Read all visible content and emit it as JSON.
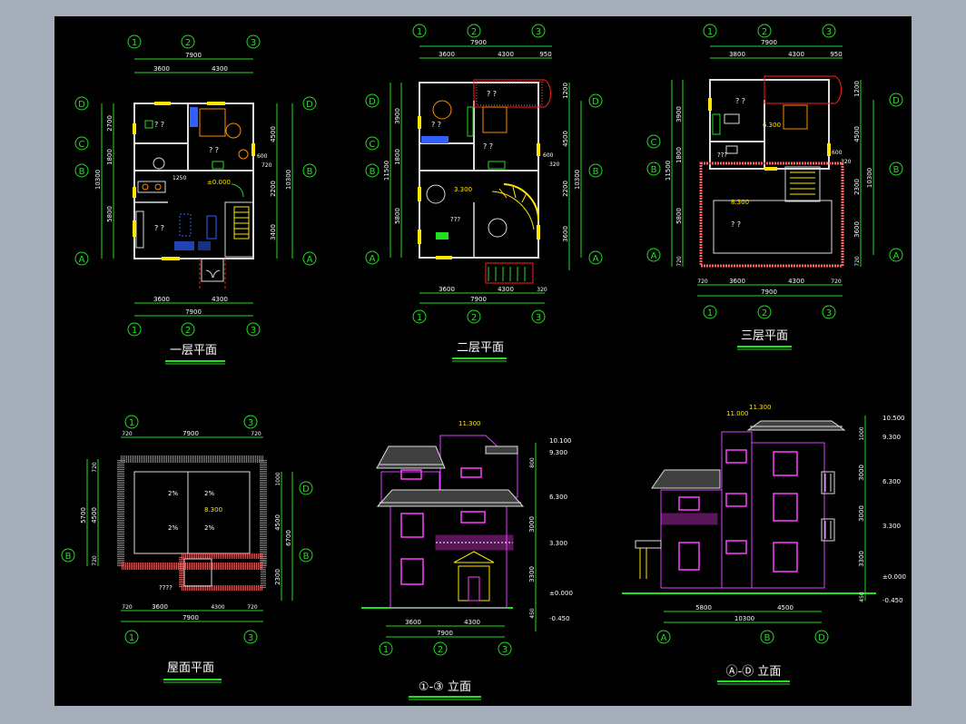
{
  "titles": {
    "plan1": "一层平面",
    "plan2": "二层平面",
    "plan3": "三层平面",
    "roof": "屋面平面",
    "elev13": "①-③ 立面",
    "elevAD": "Ⓐ-Ⓓ 立面"
  },
  "axes": {
    "n1": "1",
    "n2": "2",
    "n3": "3",
    "nA": "A",
    "nB": "B",
    "nC": "C",
    "nD": "D"
  },
  "dims": {
    "d7900": "7900",
    "d3600": "3600",
    "d4300": "4300",
    "d3800": "3800",
    "d950": "950",
    "d2700": "2700",
    "d1800": "1800",
    "d5800": "5800",
    "d10300": "10300",
    "d4500": "4500",
    "d2200": "2200",
    "d3400": "3400",
    "d3600b": "3600",
    "d600": "600",
    "d720": "720",
    "d1200": "1200",
    "d320": "320",
    "d1250": "1250",
    "d3900": "3900",
    "d11500": "11500",
    "d5700": "5700",
    "d6700": "6700",
    "d1000": "1000",
    "d2300": "2300",
    "d3300": "3300",
    "d3000": "3000",
    "d450": "450",
    "d800": "800"
  },
  "levels": {
    "l0": "±0.000",
    "l1": "3.300",
    "l2": "6.300",
    "l3": "9.300",
    "l4": "10.100",
    "l5": "11.300",
    "l6": "11.000",
    "l7": "10.500",
    "lneg": "-0.450",
    "l8": "8.300"
  },
  "roof_slope": "2%",
  "room_marks": "? ?",
  "misc": {
    "q3": "???",
    "q4": "????"
  }
}
